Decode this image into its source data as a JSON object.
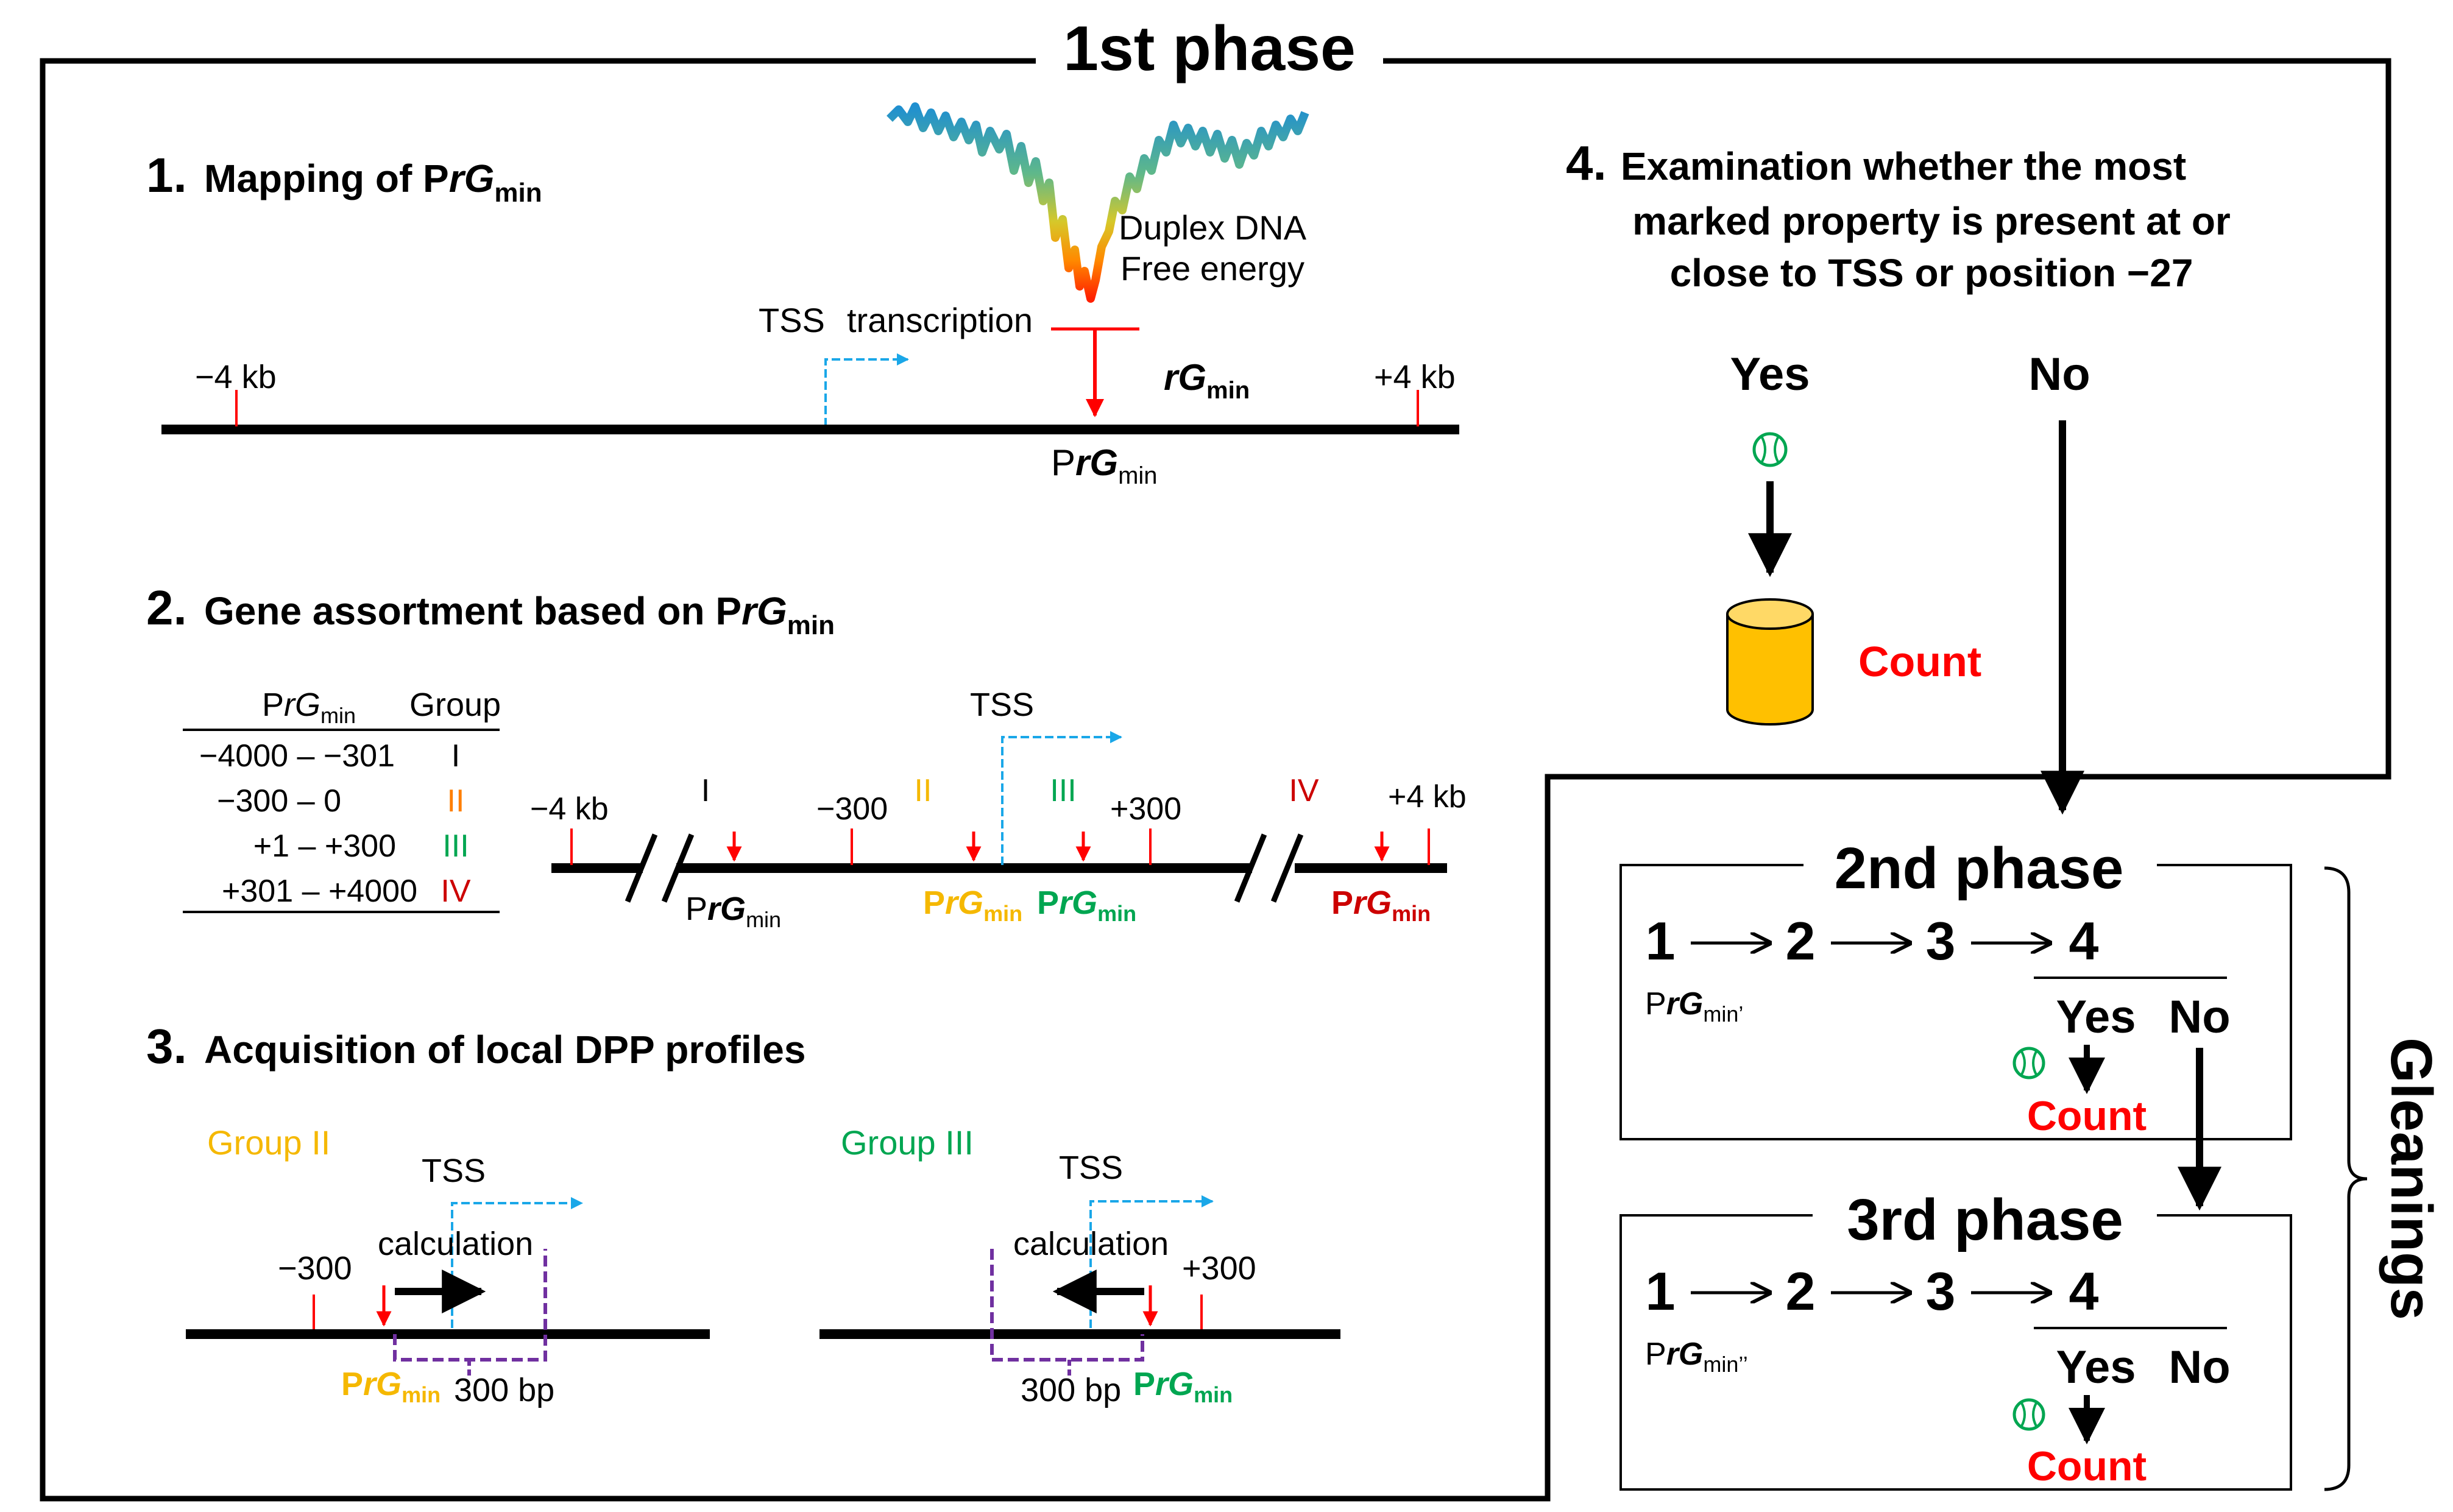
{
  "colors": {
    "black": "#000000",
    "red": "#ff0000",
    "dark_red": "#cc0000",
    "orange": "#ff7f00",
    "yellow": "#f5b800",
    "green": "#00a651",
    "cyan": "#1aa7e8",
    "purple": "#7030a0",
    "cylinder": "#ffc000"
  },
  "phase1": {
    "title": "1st phase",
    "step1": {
      "num": "1.",
      "title_pre": "Mapping of P",
      "title_r": "rG",
      "title_sub": "min",
      "duplex_line1": "Duplex DNA",
      "duplex_line2": "Free energy",
      "tss": "TSS",
      "transcription": "transcription",
      "minus4kb": "−4 kb",
      "plus4kb": "+4 kb",
      "rg_r": "rG",
      "rg_sub": "min",
      "prg_p": "P",
      "prg_r": "rG",
      "prg_sub": "min"
    },
    "step2": {
      "num": "2.",
      "title_pre": "Gene assortment based on P",
      "title_r": "rG",
      "title_sub": "min",
      "table_head_p": "P",
      "table_head_r": "rG",
      "table_head_sub": "min",
      "table_head_group": "Group",
      "rows": [
        {
          "range": "−4000 – −301",
          "group": "I"
        },
        {
          "range": "−300 – 0",
          "group": "II"
        },
        {
          "range": "+1 – +300",
          "group": "III"
        },
        {
          "range": "+301 – +4000",
          "group": "IV"
        }
      ],
      "tss": "TSS",
      "minus4kb": "−4 kb",
      "minus300": "−300",
      "plus300": "+300",
      "plus4kb": "+4 kb",
      "groups": [
        "I",
        "II",
        "III",
        "IV"
      ],
      "prg_p": "P",
      "prg_r": "rG",
      "prg_sub": "min"
    },
    "step3": {
      "num": "3.",
      "title": "Acquisition of local DPP profiles",
      "group2": "Group II",
      "group3": "Group III",
      "tss": "TSS",
      "calculation": "calculation",
      "minus300": "−300",
      "plus300": "+300",
      "bp300": "300 bp",
      "prg_p": "P",
      "prg_r": "rG",
      "prg_sub": "min"
    },
    "step4": {
      "num": "4.",
      "line1": "Examination whether the most",
      "line2": "marked property is present at or",
      "line3": "close to TSS or position −27",
      "yes": "Yes",
      "no": "No",
      "count": "Count"
    }
  },
  "phase2": {
    "title": "2nd phase",
    "steps": [
      "1",
      "2",
      "3",
      "4"
    ],
    "prg_p": "P",
    "prg_r": "rG",
    "prg_sub": "min’",
    "yes": "Yes",
    "no": "No",
    "count": "Count"
  },
  "phase3": {
    "title": "3rd phase",
    "steps": [
      "1",
      "2",
      "3",
      "4"
    ],
    "prg_p": "P",
    "prg_r": "rG",
    "prg_sub": "min’’",
    "yes": "Yes",
    "no": "No",
    "count": "Count"
  },
  "gleanings": "Gleanings"
}
